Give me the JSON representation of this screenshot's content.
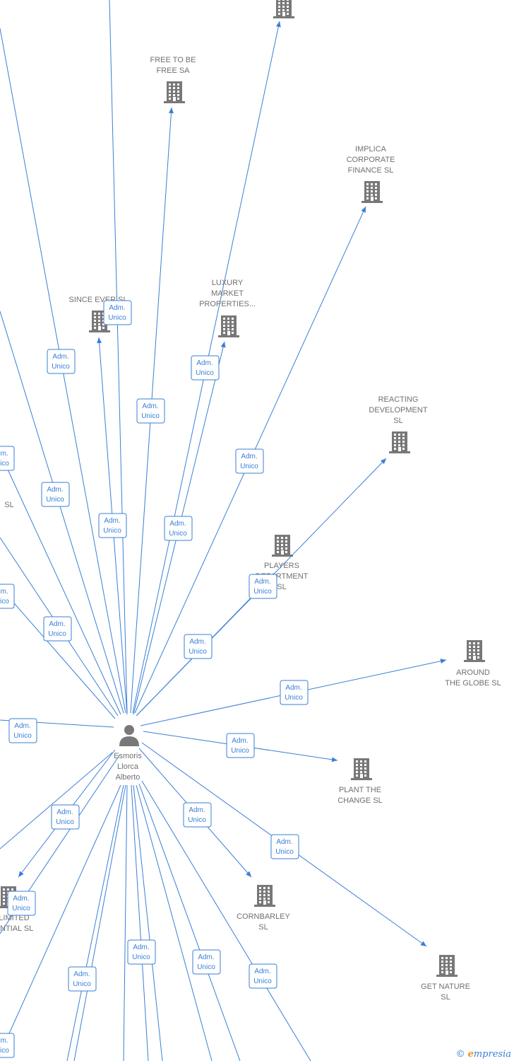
{
  "center": {
    "name": "Esmoris Llorca Alberto",
    "lines": [
      "Esmoris",
      "Llorca",
      "Alberto"
    ]
  },
  "relation_lines": [
    "Adm.",
    "Unico"
  ],
  "nodes": [
    {
      "id": "free-to-be",
      "lines": [
        "FREE TO BE",
        "FREE SA"
      ]
    },
    {
      "id": "implica",
      "lines": [
        "IMPLICA",
        "CORPORATE",
        "FINANCE  SL"
      ]
    },
    {
      "id": "luxury",
      "lines": [
        "LUXURY",
        "MARKET",
        "PROPERTIES..."
      ]
    },
    {
      "id": "since-ever",
      "lines": [
        "SINCE EVER  SL"
      ]
    },
    {
      "id": "reacting",
      "lines": [
        "REACTING",
        "DEVELOPMENT",
        "SL"
      ]
    },
    {
      "id": "players",
      "lines": [
        "PLAYERS",
        "DEPARTMENT",
        "SL"
      ]
    },
    {
      "id": "around",
      "lines": [
        "AROUND",
        "THE GLOBE  SL"
      ]
    },
    {
      "id": "plant",
      "lines": [
        "PLANT THE",
        "CHANGE  SL"
      ]
    },
    {
      "id": "cornbarley",
      "lines": [
        "CORNBARLEY",
        "SL"
      ]
    },
    {
      "id": "get-nature",
      "lines": [
        "GET NATURE",
        "SL"
      ]
    },
    {
      "id": "limited",
      "lines": [
        "LIMITED",
        "ENTIAL  SL"
      ]
    },
    {
      "id": "left-sl",
      "lines": [
        "SL"
      ]
    },
    {
      "id": "top-cut",
      "lines": []
    }
  ],
  "watermark": {
    "copyright": "©",
    "brand_initial": "e",
    "brand_rest": "mpresia"
  },
  "colors": {
    "edge": "#3a7fd5",
    "icon": "#787878",
    "label": "#707070",
    "brand": "#f28c1e"
  }
}
